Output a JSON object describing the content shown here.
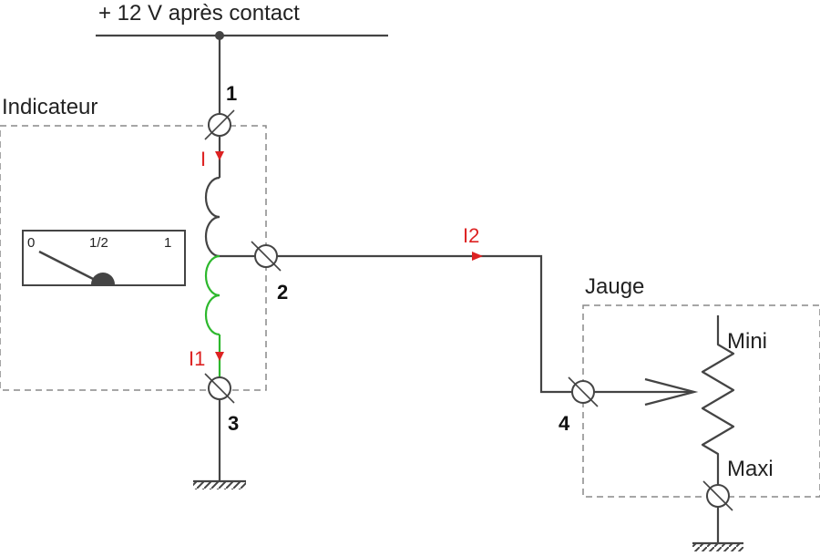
{
  "supply_label": "+ 12 V après contact",
  "indicator": {
    "title": "Indicateur",
    "scale": [
      "0",
      "1/2",
      "1"
    ]
  },
  "gauge": {
    "title": "Jauge",
    "mini": "Mini",
    "maxi": "Maxi"
  },
  "terminals": [
    "1",
    "2",
    "3",
    "4"
  ],
  "currents": {
    "i": "I",
    "i1": "I1",
    "i2": "I2"
  },
  "colors": {
    "wire": "#444444",
    "coil_upper": "#444444",
    "coil_lower": "#2db82d",
    "current": "#dd2222",
    "box": "#888888"
  }
}
